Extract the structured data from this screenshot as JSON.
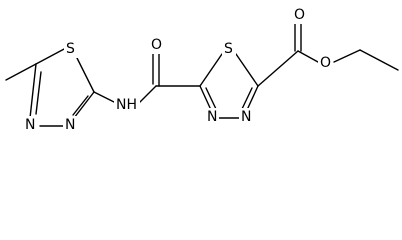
{
  "structure": {
    "atoms": {
      "s_left": "S",
      "n_left_1": "N",
      "n_left_2": "N",
      "amide_n": "NH",
      "amide_o": "O",
      "s_right": "S",
      "n_right_1": "N",
      "n_right_2": "N",
      "ester_o_carbonyl": "O",
      "ester_o_ether": "O"
    }
  }
}
